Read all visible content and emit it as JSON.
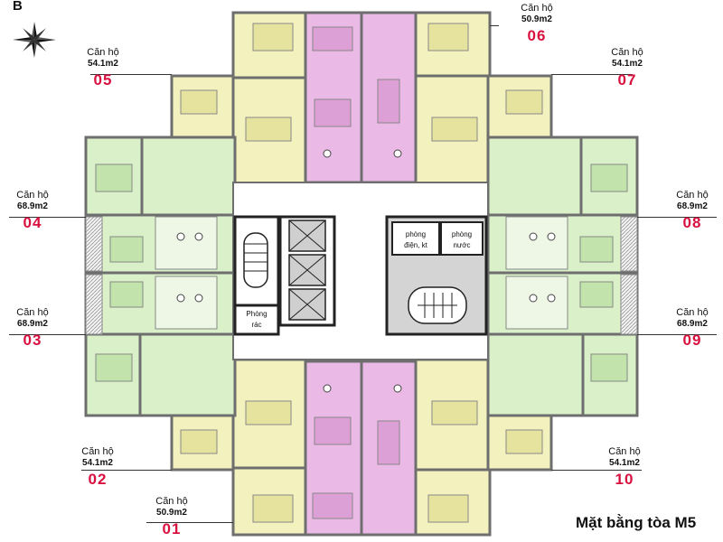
{
  "block_letter": "B",
  "plan_title": "Mặt bằng tòa M5",
  "colors": {
    "green": "#d9f0c9",
    "yellow": "#f3f1be",
    "pink": "#ebb9e6",
    "wall": "#6e6e6e",
    "accent": "#d8113f"
  },
  "apartments": [
    {
      "code": "01",
      "label": "Căn hộ",
      "area": "50.9m2"
    },
    {
      "code": "02",
      "label": "Căn hộ",
      "area": "54.1m2"
    },
    {
      "code": "03",
      "label": "Căn hộ",
      "area": "68.9m2"
    },
    {
      "code": "04",
      "label": "Căn hộ",
      "area": "68.9m2"
    },
    {
      "code": "05",
      "label": "Căn hộ",
      "area": "54.1m2"
    },
    {
      "code": "06",
      "label": "Căn hộ",
      "area": "50.9m2"
    },
    {
      "code": "07",
      "label": "Căn hộ",
      "area": "54.1m2"
    },
    {
      "code": "08",
      "label": "Căn hộ",
      "area": "68.9m2"
    },
    {
      "code": "09",
      "label": "Căn hộ",
      "area": "68.9m2"
    },
    {
      "code": "10",
      "label": "Căn hộ",
      "area": "54.1m2"
    }
  ],
  "rooms": {
    "trash_room": [
      "Phòng",
      "rác"
    ],
    "electric_room": [
      "phòng",
      "điện, kt"
    ],
    "water_room": [
      "phòng",
      "nước"
    ]
  }
}
